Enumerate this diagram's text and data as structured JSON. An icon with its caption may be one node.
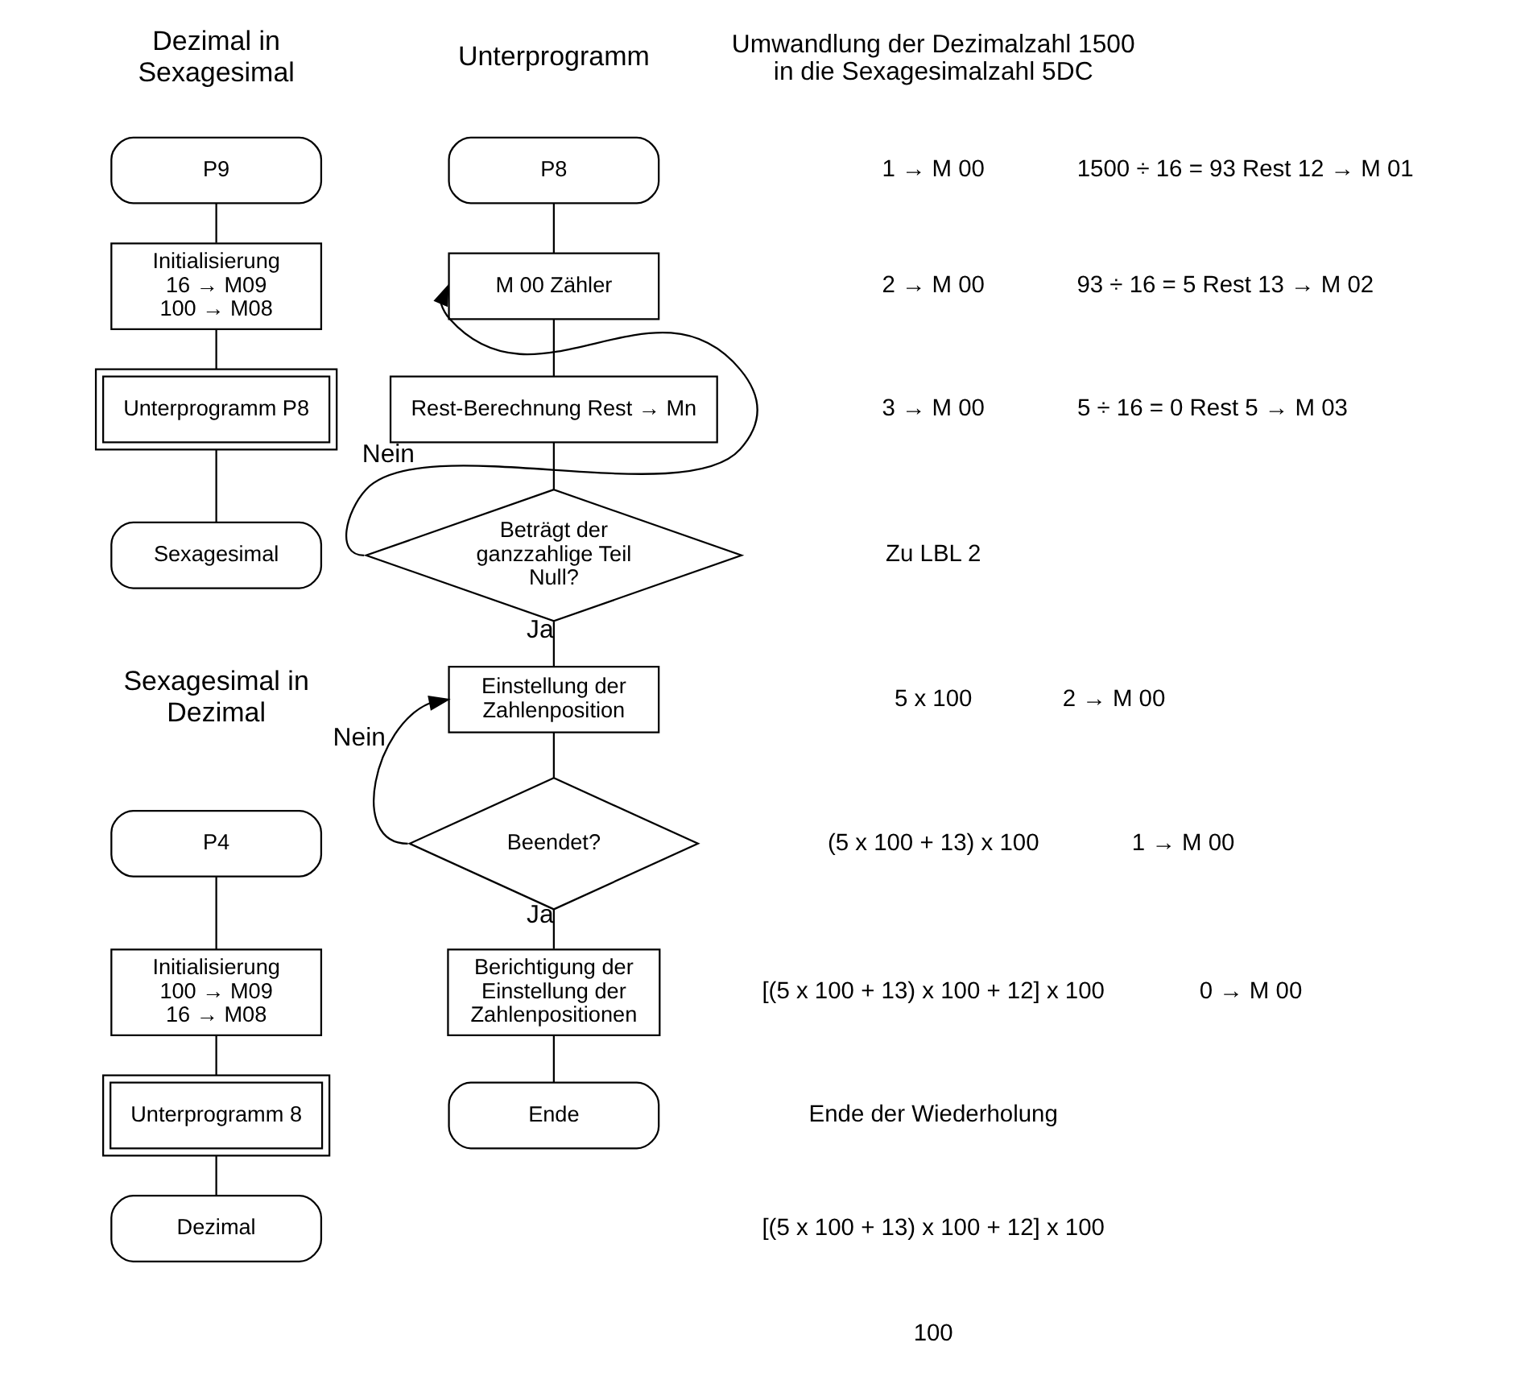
{
  "diagram": {
    "nodes": [
      {
        "text": [
          "P9"
        ],
        "beside": [
          "Dezimal in Sexagesimal"
        ]
      },
      {
        "text": [
          "Initialisierung",
          "16 → M09",
          "100 → M08"
        ]
      },
      {
        "text": [
          "Unterprogramm P8"
        ]
      },
      {
        "text": [
          "Sexagesimal"
        ]
      },
      {
        "text": [
          "P4"
        ],
        "beside": [
          "Sexagesimal in Dezimal"
        ]
      },
      {
        "text": [
          "Initialisierung",
          "100 → M09",
          "16 → M08"
        ]
      },
      {
        "text": [
          "Unterprogramm 8"
        ]
      },
      {
        "text": [
          "Dezimal"
        ]
      },
      {
        "text": [
          "P8"
        ],
        "beside": [
          "Unterprogramm"
        ]
      },
      {
        "text": [
          "M 00 Zähler"
        ]
      },
      {
        "text": [
          "Rest-Berechnung Rest → Mn"
        ]
      },
      {
        "text": [
          "Beträgt der ganzzahlige Teil Null?"
        ]
      },
      {
        "text": [
          "Einstellung der Zahlenposition"
        ]
      },
      {
        "text": [
          "Beendet?"
        ]
      },
      {
        "text": [
          "Berichtigung der Einstellung der Zahlenpositionen"
        ]
      },
      {
        "text": [
          "Ende"
        ]
      }
    ],
    "edges": [
      {
        "from": 0,
        "to": 1,
        "arrow": "none"
      },
      {
        "from": 1,
        "to": 2,
        "arrow": "none"
      },
      {
        "from": 2,
        "to": 3,
        "arrow": "none"
      },
      {
        "from": 4,
        "to": 5,
        "arrow": "none"
      },
      {
        "from": 5,
        "to": 6,
        "arrow": "none"
      },
      {
        "from": 6,
        "to": 7,
        "arrow": "none"
      },
      {
        "from": 8,
        "to": 9,
        "arrow": "none"
      },
      {
        "from": 9,
        "to": 10,
        "arrow": "none"
      },
      {
        "from": 10,
        "to": 11,
        "arrow": "none"
      },
      {
        "from": 11,
        "to": 9,
        "arrow": "to",
        "label": "Nein"
      },
      {
        "from": 11,
        "to": 12,
        "arrow": "none",
        "label": "Ja"
      },
      {
        "from": 12,
        "to": 13,
        "arrow": "none"
      },
      {
        "from": 13,
        "to": 12,
        "arrow": "to",
        "label": "Nein"
      },
      {
        "from": 13,
        "to": 14,
        "arrow": "none",
        "label": "Ja"
      },
      {
        "from": 14,
        "to": 15,
        "arrow": "none"
      }
    ],
    "labels": [
      "Umwandlung der Dezimalzahl 1500 in die Sexagesimalzahl 5DC",
      "1 → M 00",
      "1500 ÷ 16 = 93 Rest 12 → M 01",
      "2 → M 00",
      "93 ÷ 16 = 5 Rest 13 → M 02",
      "3 → M 00",
      "5 ÷ 16 = 0 Rest 5 → M 03",
      "Zu LBL 2",
      "5 x 100",
      "2 → M 00",
      "(5 x 100 + 13) x 100",
      "1 → M 00",
      "[(5 x 100 + 13) x 100 + 12] x 100",
      "0 → M 00",
      "Ende der Wiederholung",
      "[(5 x 100 + 13) x 100 + 12] x 100",
      "100"
    ]
  }
}
